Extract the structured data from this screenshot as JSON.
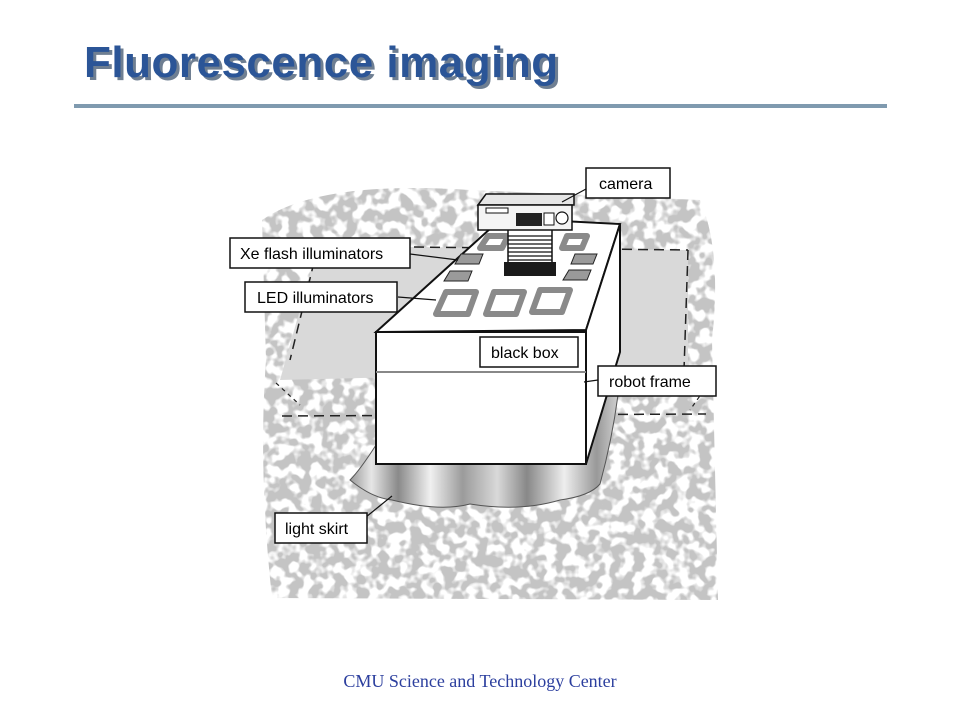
{
  "slide": {
    "title": "Fluorescence imaging",
    "footer": "CMU Science and Technology Center"
  },
  "diagram": {
    "labels": {
      "camera": "camera",
      "xe_flash": "Xe flash illuminators",
      "led": "LED illuminators",
      "black_box": "black box",
      "robot_frame": "robot frame",
      "light_skirt": "light skirt"
    }
  }
}
